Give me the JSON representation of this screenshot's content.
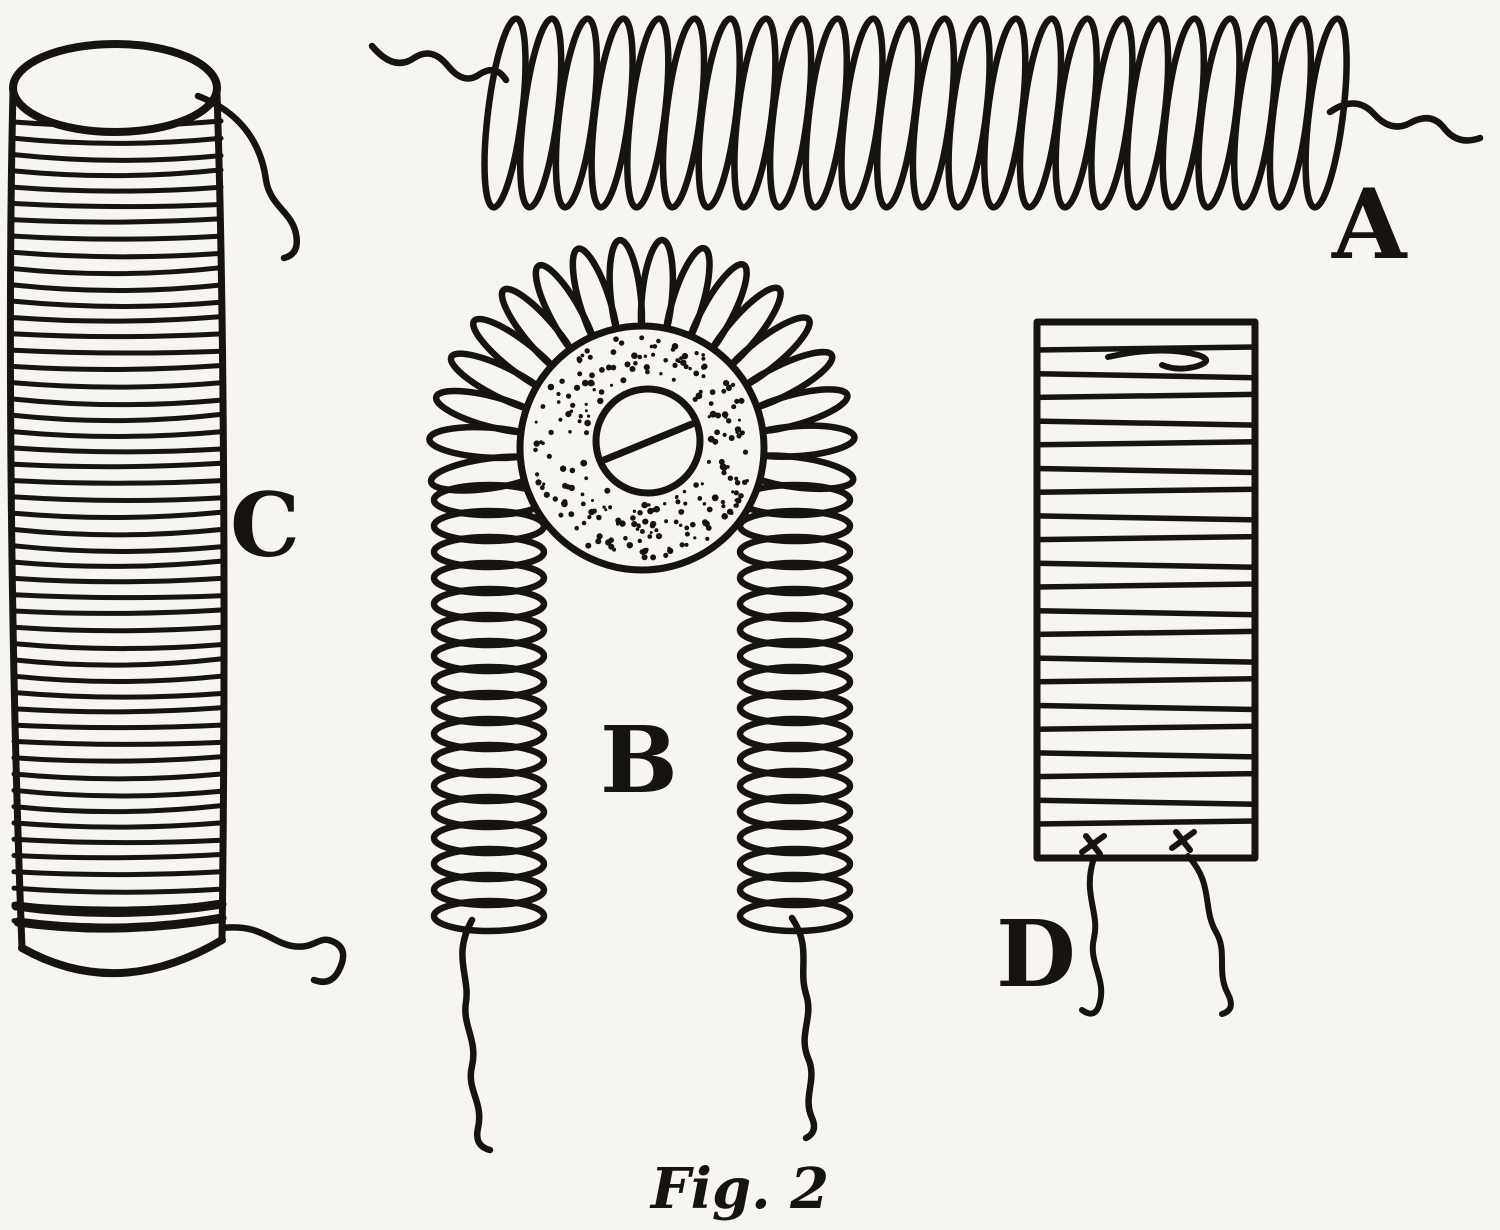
{
  "figure": {
    "caption": "Fig. 2",
    "labels": {
      "a": "A",
      "b": "B",
      "c": "C",
      "d": "D"
    },
    "ink_color": "#17130f",
    "paper_color": "#f7f5f0"
  }
}
